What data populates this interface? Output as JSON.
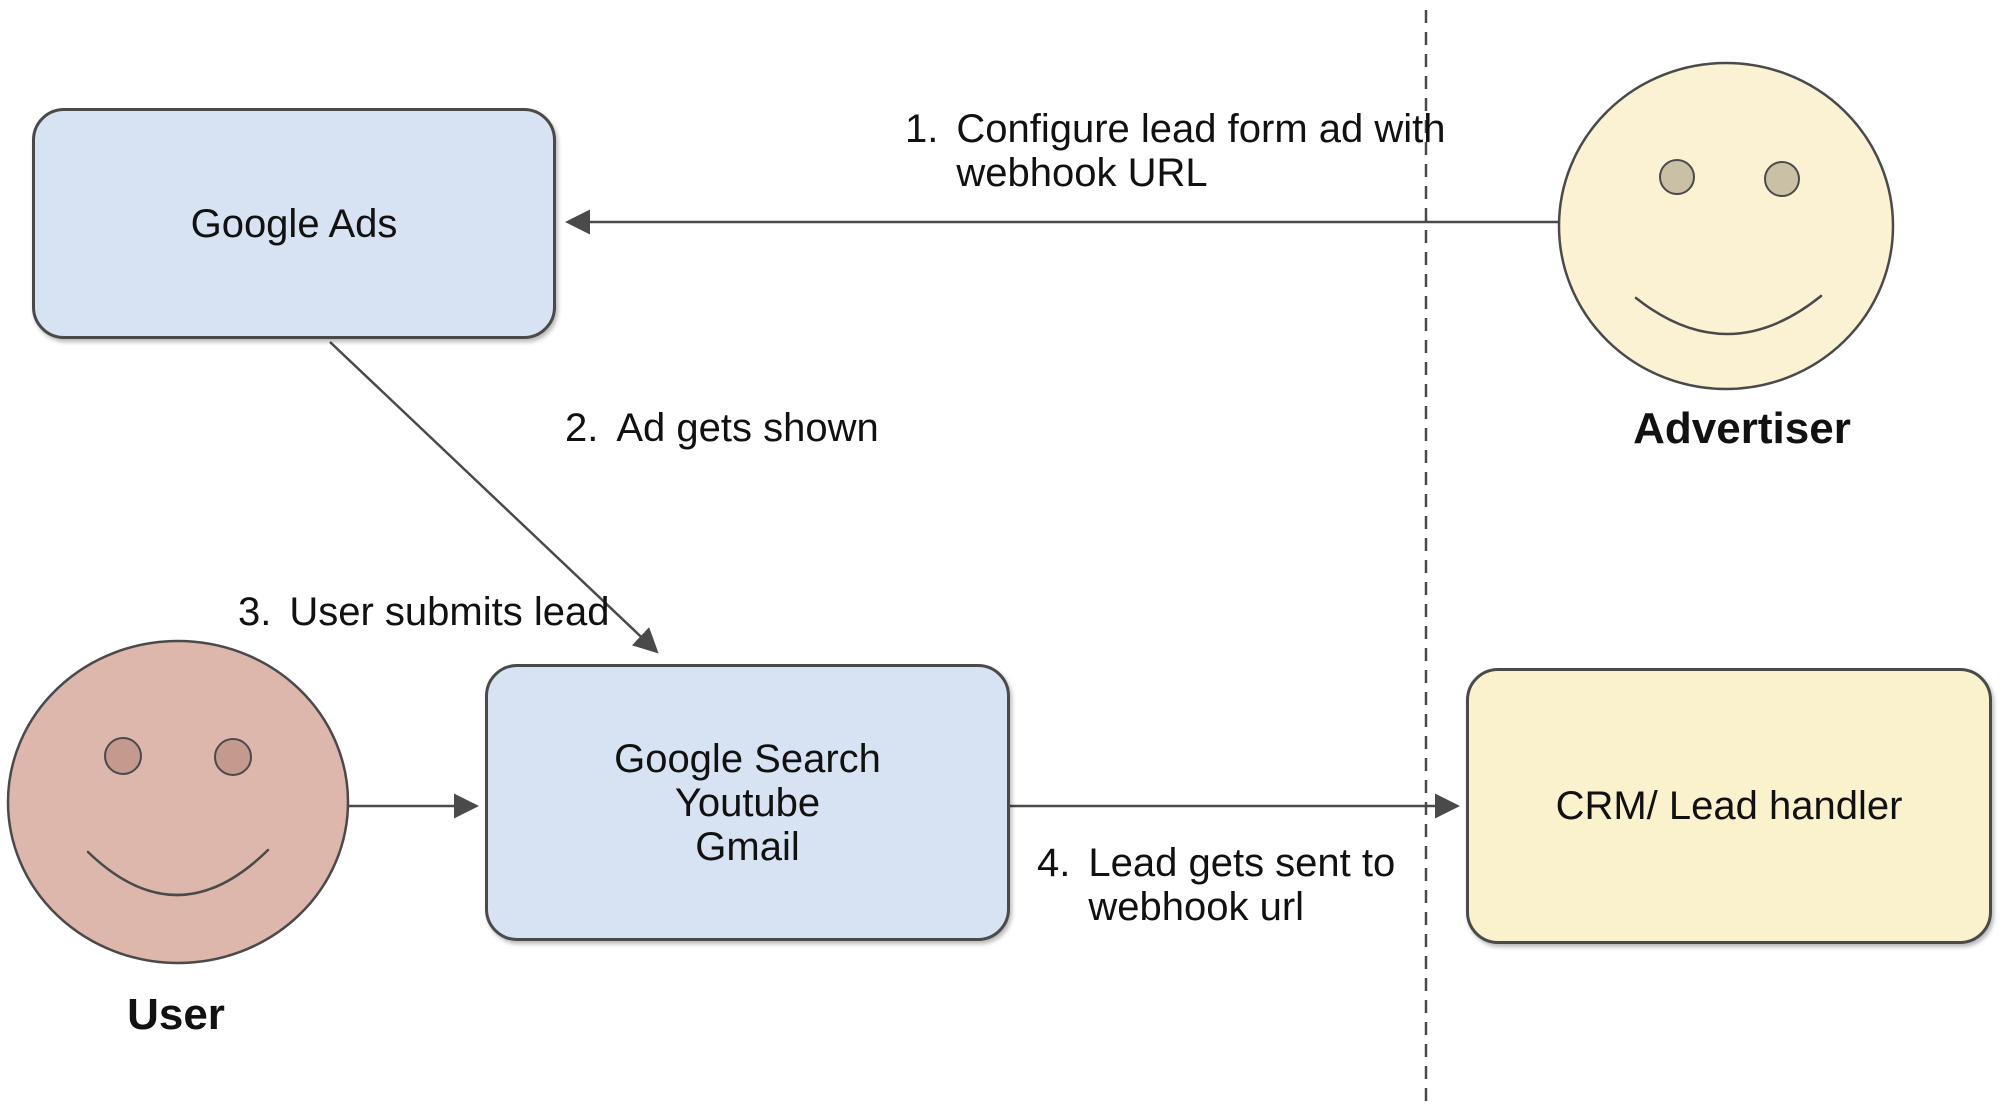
{
  "diagram": {
    "nodes": {
      "google_ads": {
        "label": "Google Ads"
      },
      "google_surfaces": {
        "label": "Google Search\nYoutube\nGmail"
      },
      "crm": {
        "label": "CRM/ Lead handler"
      }
    },
    "actors": {
      "advertiser": {
        "label": "Advertiser"
      },
      "user": {
        "label": "User"
      }
    },
    "steps": [
      {
        "num": "1.",
        "text": "Configure lead form ad with\nwebhook URL"
      },
      {
        "num": "2.",
        "text": "Ad gets shown"
      },
      {
        "num": "3.",
        "text": "User submits lead"
      },
      {
        "num": "4.",
        "text": "Lead gets sent to\nwebhook url"
      }
    ],
    "colors": {
      "node_blue": "#d7e3f2",
      "node_yellow": "#faf1cd",
      "user_face": "#ddb7ab",
      "user_eye": "#c49a8f",
      "advertiser_face": "#fbf2d3",
      "advertiser_eye": "#c9c0a6",
      "stroke": "#4a4a4a"
    }
  }
}
